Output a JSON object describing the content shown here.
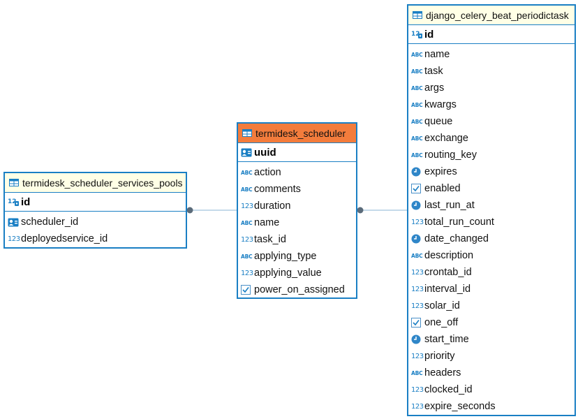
{
  "entities": {
    "pools": {
      "title": "termidesk_scheduler_services_pools",
      "pk": {
        "name": "id",
        "icon": "numeric-key-icon"
      },
      "columns": [
        {
          "name": "scheduler_id",
          "icon": "contact-card-icon"
        },
        {
          "name": "deployedservice_id",
          "icon": "numeric-icon"
        }
      ]
    },
    "scheduler": {
      "title": "termidesk_scheduler",
      "pk": {
        "name": "uuid",
        "icon": "contact-card-icon"
      },
      "columns": [
        {
          "name": "action",
          "icon": "text-icon"
        },
        {
          "name": "comments",
          "icon": "text-icon"
        },
        {
          "name": "duration",
          "icon": "numeric-icon"
        },
        {
          "name": "name",
          "icon": "text-icon"
        },
        {
          "name": "task_id",
          "icon": "numeric-icon"
        },
        {
          "name": "applying_type",
          "icon": "text-icon"
        },
        {
          "name": "applying_value",
          "icon": "numeric-icon"
        },
        {
          "name": "power_on_assigned",
          "icon": "checkbox-icon"
        }
      ]
    },
    "periodic": {
      "title": "django_celery_beat_periodictask",
      "pk": {
        "name": "id",
        "icon": "numeric-key-icon"
      },
      "columns": [
        {
          "name": "name",
          "icon": "text-icon"
        },
        {
          "name": "task",
          "icon": "text-icon"
        },
        {
          "name": "args",
          "icon": "text-icon"
        },
        {
          "name": "kwargs",
          "icon": "text-icon"
        },
        {
          "name": "queue",
          "icon": "text-icon"
        },
        {
          "name": "exchange",
          "icon": "text-icon"
        },
        {
          "name": "routing_key",
          "icon": "text-icon"
        },
        {
          "name": "expires",
          "icon": "clock-icon"
        },
        {
          "name": "enabled",
          "icon": "checkbox-icon"
        },
        {
          "name": "last_run_at",
          "icon": "clock-icon"
        },
        {
          "name": "total_run_count",
          "icon": "numeric-icon"
        },
        {
          "name": "date_changed",
          "icon": "clock-icon"
        },
        {
          "name": "description",
          "icon": "text-icon"
        },
        {
          "name": "crontab_id",
          "icon": "numeric-icon"
        },
        {
          "name": "interval_id",
          "icon": "numeric-icon"
        },
        {
          "name": "solar_id",
          "icon": "numeric-icon"
        },
        {
          "name": "one_off",
          "icon": "checkbox-icon"
        },
        {
          "name": "start_time",
          "icon": "clock-icon"
        },
        {
          "name": "priority",
          "icon": "numeric-icon"
        },
        {
          "name": "headers",
          "icon": "text-icon"
        },
        {
          "name": "clocked_id",
          "icon": "numeric-icon"
        },
        {
          "name": "expire_seconds",
          "icon": "numeric-icon"
        }
      ]
    }
  },
  "icon_glyphs": {
    "text": "ABC",
    "numeric": "123"
  },
  "colors": {
    "accent": "#1a7fc4",
    "header": "#ffffe6",
    "selected_header": "#f37c3c",
    "connector": "#5b6b7a",
    "connector_line": "#8ab6d6"
  }
}
